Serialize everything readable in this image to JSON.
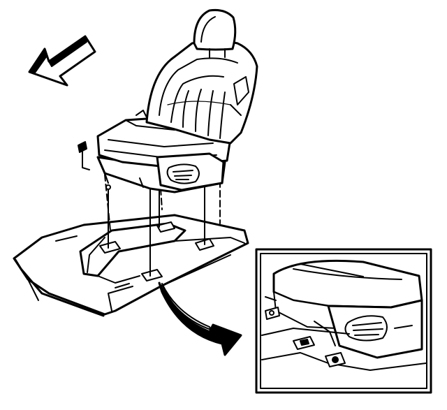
{
  "figure": {
    "kind": "technical-illustration",
    "style": "black line art on white",
    "components": [
      "direction-arrow-icon",
      "vehicle-floor-pan",
      "front-seat-assembly",
      "seat-mounting-bolts",
      "bolt-alignment-lines",
      "callout-arrow",
      "detail-inset"
    ]
  },
  "colors": {
    "ink": "#000000",
    "paper": "#ffffff"
  }
}
